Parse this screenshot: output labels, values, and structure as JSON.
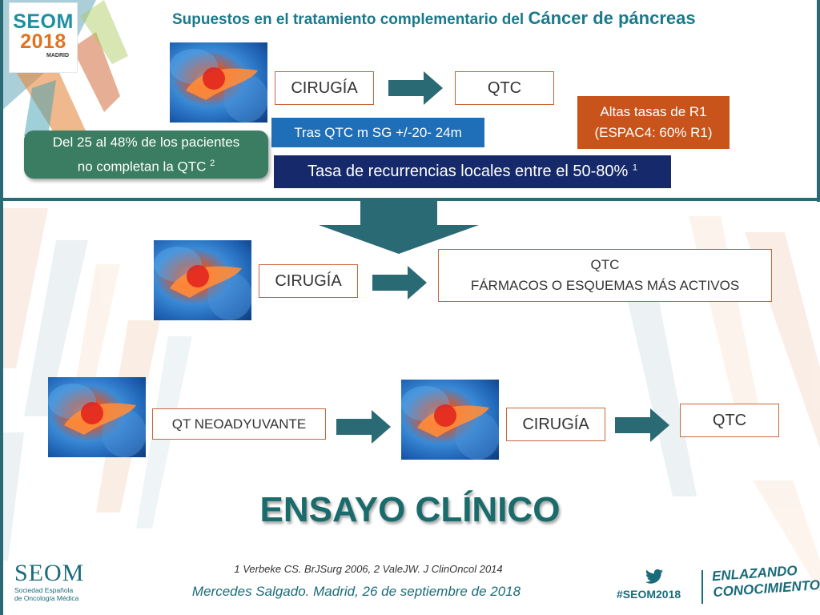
{
  "header": {
    "logo_line1": "SEOM",
    "logo_line2": "2018",
    "logo_city": "MADRID",
    "title_small": "Supuestos en el tratamiento complementario del ",
    "title_big": "Cáncer de páncreas"
  },
  "top_section": {
    "box_cirugia": "CIRUGÍA",
    "box_qtc": "QTC",
    "blue_note": "Tras QTC m SG +/-20- 24m",
    "orange_line1": "Altas tasas de R1",
    "orange_line2": "(ESPAC4: 60% R1)",
    "green_line1": "Del 25 al 48% de los pacientes",
    "green_line2": "no completan la QTC ",
    "green_sup": "2",
    "navy_text": "Tasa de recurrencias locales entre el 50-80% ",
    "navy_sup": "1"
  },
  "middle_section": {
    "box_cirugia": "CIRUGÍA",
    "box_qtc_line1": "QTC",
    "box_qtc_line2": "FÁRMACOS O ESQUEMAS MÁS ACTIVOS"
  },
  "bottom_section": {
    "box_neo": "QT NEOADYUVANTE",
    "box_cirugia": "CIRUGÍA",
    "box_qtc": "QTC"
  },
  "ensayo": "ENSAYO CLÍNICO",
  "footer": {
    "references": "1 Verbeke CS.  BrJSurg 2006, 2  ValeJW. J ClinOncol 2014",
    "author": "Mercedes Salgado. Madrid, 26 de septiembre de 2018",
    "seom_name": "SEOM",
    "seom_sub1": "Sociedad Española",
    "seom_sub2": "de Oncología Médica",
    "hashtag": "#SEOM2018",
    "slogan_line1": "ENLAZANDO",
    "slogan_line2": "CONOCIMIENTO"
  },
  "colors": {
    "teal": "#1a7a8c",
    "arrow": "#2a6a74",
    "blue_box": "#1f6fb8",
    "orange_box": "#c9541b",
    "navy_box": "#162a6b",
    "green_box": "#3a7d63",
    "box_border": "#c8683a"
  },
  "icons": [
    "twitter-icon",
    "arrow-right-icon",
    "arrow-down-icon"
  ]
}
